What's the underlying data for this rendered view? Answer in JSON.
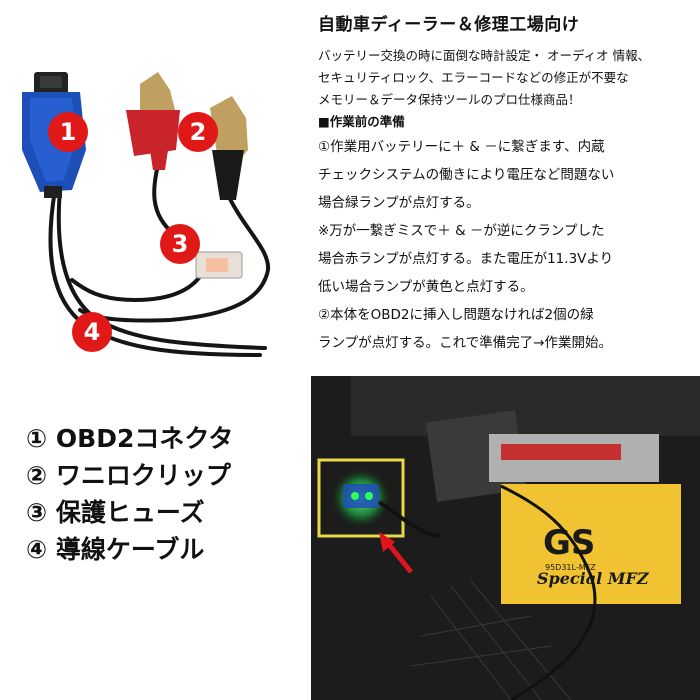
{
  "badges": {
    "b1": "1",
    "b2": "2",
    "b3": "3",
    "b4": "4"
  },
  "legend": [
    {
      "num": "①",
      "text": "OBD2コネクタ"
    },
    {
      "num": "②",
      "text": "ワニロクリップ"
    },
    {
      "num": "③",
      "text": "保護ヒューズ"
    },
    {
      "num": "④",
      "text": "導線ケーブル"
    }
  ],
  "description": {
    "title": "自動車ディーラー＆修理工場向け",
    "intro": [
      "バッテリー交換の時に面倒な時計設定・ オーディオ 情報、",
      "セキュリティロック、エラーコードなどの修正が不要な",
      "メモリー＆データ保持ツールのプロ仕様商品！"
    ],
    "section": "■作業前の準備",
    "steps": [
      "①作業用バッテリーに＋ & －に繋ぎます、内蔵",
      "チェックシステムの働きにより電圧など問題ない",
      "場合緑ランプが点灯する。",
      "※万が一繋ぎミスで＋ & －が逆にクランプした",
      "場合赤ランプが点灯する。また電圧が11.3Vより",
      "低い場合ランプが黄色と点灯する。",
      "②本体をOBD2に挿入し問題なければ2個の緑",
      "ランプが点灯する。これで準備完了→作業開始。"
    ]
  },
  "photo": {
    "battery_brand": "GS",
    "battery_text": "Special MFZ",
    "battery_small": "95D31L-MFZ"
  },
  "colors": {
    "badge": "#e01818",
    "connector": "#1d4fb8",
    "clip_red": "#c8242a",
    "led": "#2bff5a",
    "arrow": "#e0141c"
  }
}
